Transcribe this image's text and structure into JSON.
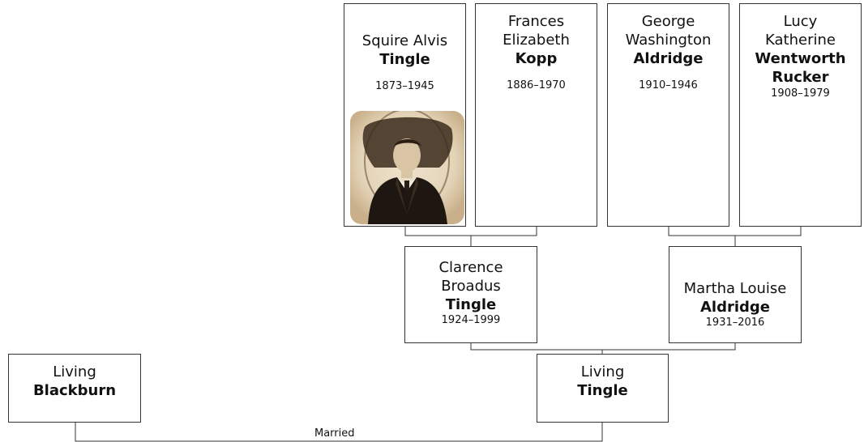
{
  "tree": {
    "squire": {
      "given": "Squire Alvis",
      "surname": "Tingle",
      "dates": "1873–1945"
    },
    "frances": {
      "given": "Frances Elizabeth",
      "surname": "Kopp",
      "dates": "1886–1970"
    },
    "george": {
      "given": "George Washington",
      "surname": "Aldridge",
      "dates": "1910–1946"
    },
    "lucy": {
      "given": "Lucy Katherine",
      "surname": "Wentworth Rucker",
      "dates": "1908–1979"
    },
    "clarence": {
      "given": "Clarence Broadus",
      "surname": "Tingle",
      "dates": "1924–1999"
    },
    "martha": {
      "given": "Martha Louise",
      "surname": "Aldridge",
      "dates": "1931–2016"
    },
    "living_tingle": {
      "given": "Living",
      "surname": "Tingle"
    },
    "living_blackburn": {
      "given": "Living",
      "surname": "Blackburn"
    }
  },
  "married_label": "Married",
  "photo_caption": "Squire Alvis Tingle portrait photo"
}
